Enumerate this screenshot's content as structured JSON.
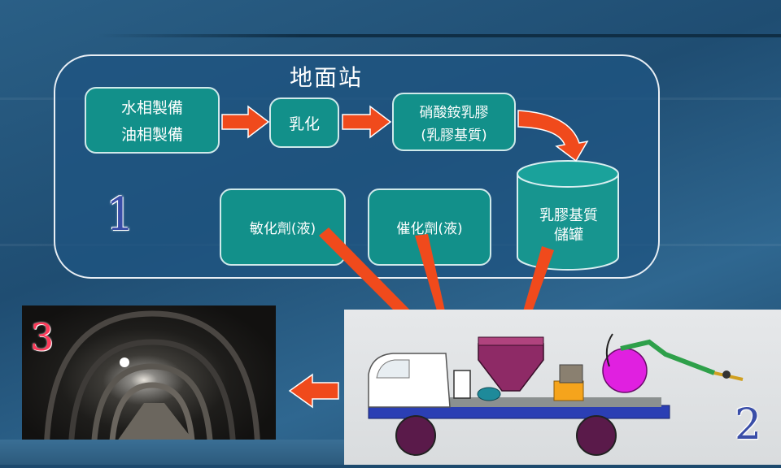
{
  "station": {
    "title": "地面站",
    "number": "1",
    "boxes": {
      "water_phase": "水相製備",
      "oil_phase": "油相製備",
      "emulsify": "乳化",
      "ammonium_nitrate_1": "硝酸銨乳膠",
      "ammonium_nitrate_2": "(乳膠基質)",
      "sensitizer": "敏化劑(液)",
      "catalyst": "催化劑(液)",
      "tank_1": "乳膠基質",
      "tank_2": "儲罐"
    }
  },
  "mine": {
    "number": "3"
  },
  "truck": {
    "number": "2"
  },
  "colors": {
    "box_fill": "#12908a",
    "arrow": "#f04a1c",
    "tank_fill": "#17958f",
    "hopper": "#8e2a66",
    "pump_ball": "#e020e0",
    "arm": "#2ea04a"
  }
}
